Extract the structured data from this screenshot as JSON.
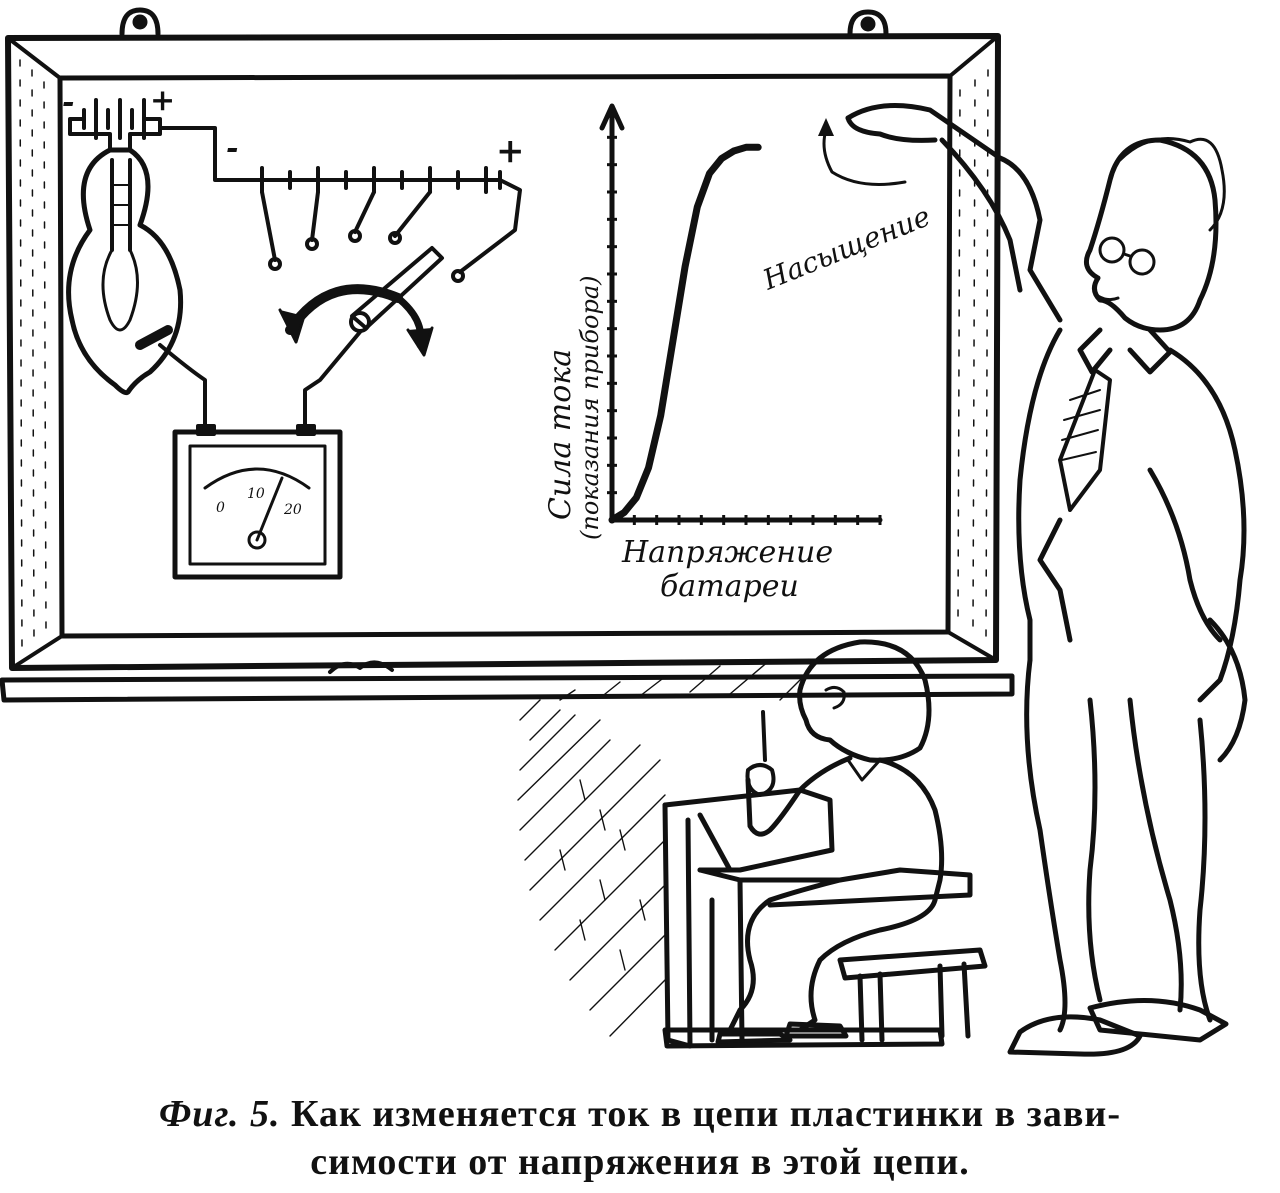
{
  "board": {
    "minus_sign": "-",
    "plus_sign": "+",
    "battery_minus": "-",
    "battery_plus": "+"
  },
  "meter": {
    "scale_labels": [
      "0",
      "10",
      "20"
    ]
  },
  "graph": {
    "y_axis_label_line1": "Сила тока",
    "y_axis_label_line2": "(показания прибора)",
    "x_axis_label_line1": "Напряжение",
    "x_axis_label_line2": "батареи",
    "annotation": "Насыщение"
  },
  "chart_data": {
    "type": "line",
    "series": [
      {
        "x": [
          0,
          0.5,
          1,
          1.5,
          2,
          2.5,
          3,
          3.5,
          4,
          4.5,
          5,
          5.5,
          6
        ],
        "y": [
          0,
          0.02,
          0.06,
          0.14,
          0.28,
          0.48,
          0.68,
          0.84,
          0.93,
          0.97,
          0.99,
          1.0,
          1.0
        ]
      }
    ],
    "xlim": [
      0,
      11
    ],
    "ylim": [
      0,
      1.1
    ],
    "x_ticks": 12,
    "y_ticks": 14,
    "xlabel": "Напряжение батареи",
    "ylabel": "Сила тока (показания прибора)",
    "annotations": [
      "Насыщение"
    ]
  },
  "caption": {
    "fig_label": "Фиг. 5.",
    "line1": " Как изменяется ток в цепи пластинки в зави-",
    "line2": "симости от напряжения в этой цепи."
  }
}
